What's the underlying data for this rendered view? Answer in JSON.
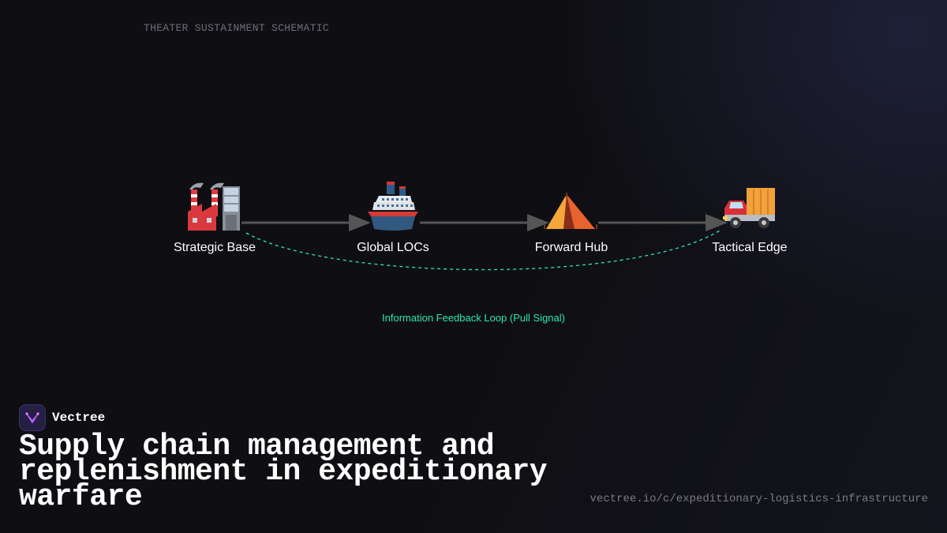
{
  "header": {
    "schematic_label": "THEATER SUSTAINMENT SCHEMATIC"
  },
  "diagram": {
    "nodes": [
      {
        "label": "Strategic Base",
        "icon": "factory-icon"
      },
      {
        "label": "Global LOCs",
        "icon": "ship-icon"
      },
      {
        "label": "Forward Hub",
        "icon": "tent-icon"
      },
      {
        "label": "Tactical Edge",
        "icon": "truck-icon"
      }
    ],
    "feedback_label": "Information Feedback Loop (Pull Signal)",
    "colors": {
      "arrow": "#555555",
      "feedback": "#2ee6b0"
    }
  },
  "footer": {
    "brand_name": "Vectree",
    "headline": "Supply chain management and replenishment in expeditionary warfare",
    "url": "vectree.io/c/expeditionary-logistics-infrastructure"
  }
}
